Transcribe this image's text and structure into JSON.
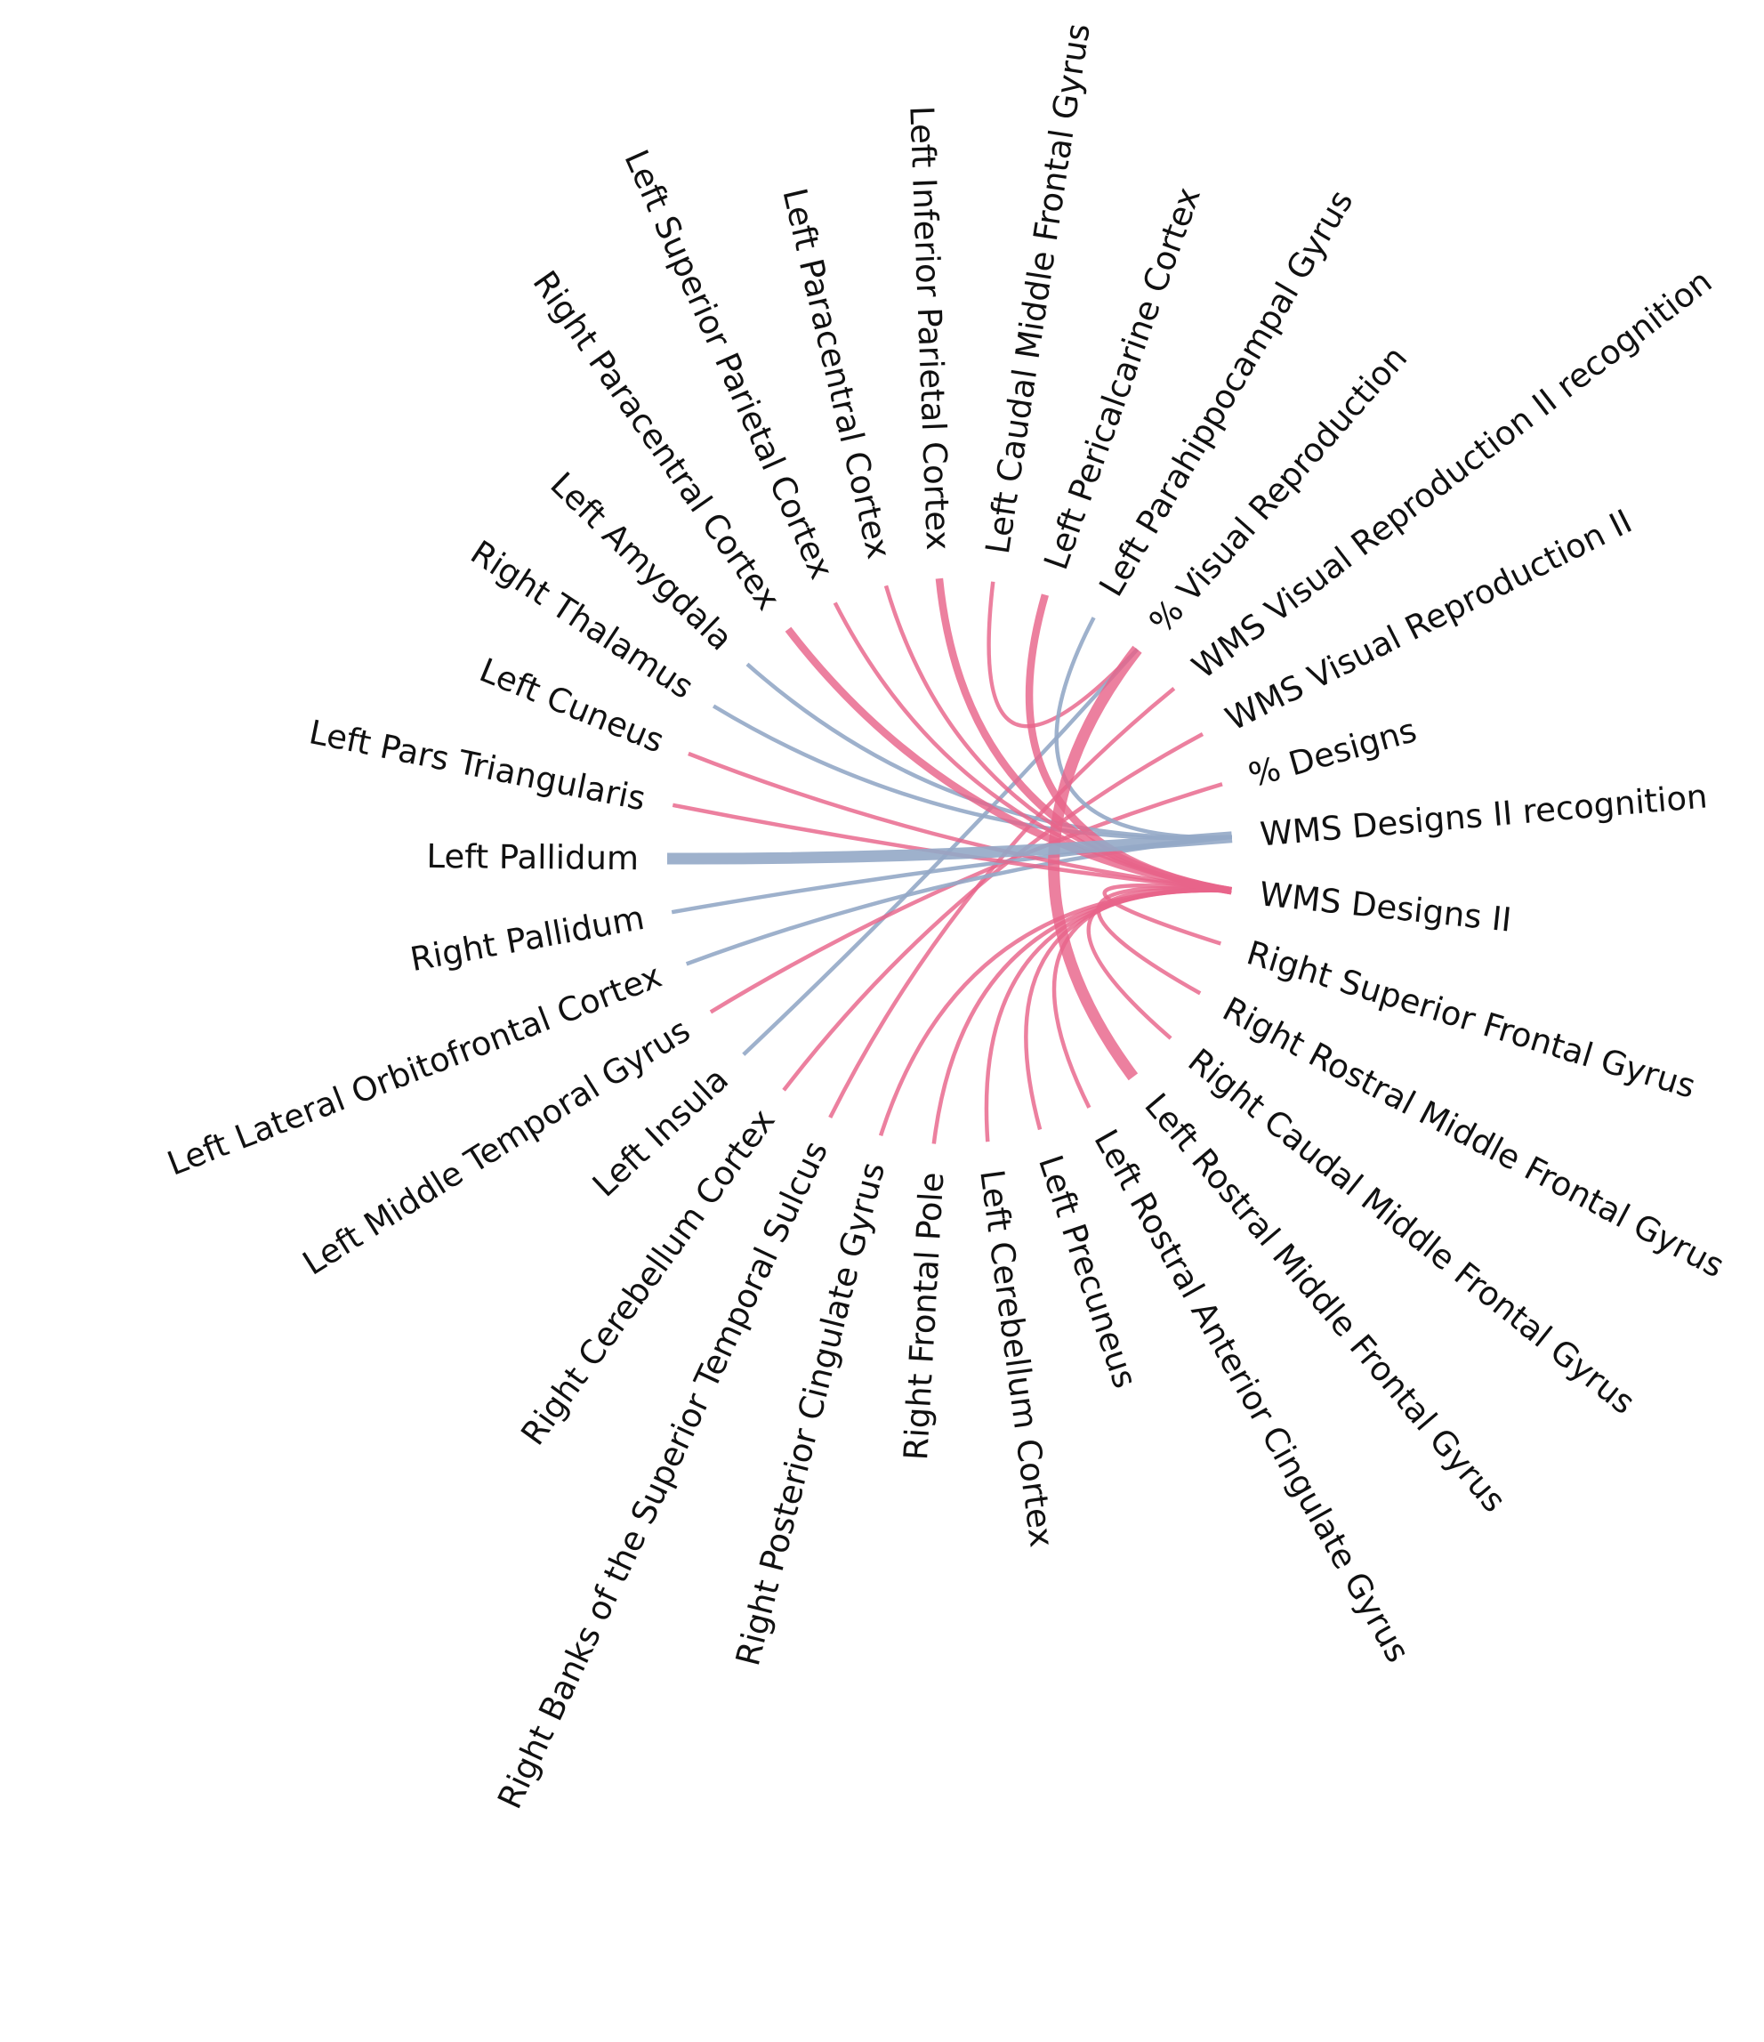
{
  "colors": {
    "positive": "#e8648a",
    "negative": "#93a8c6"
  },
  "nodes": [
    "WMS Designs II",
    "Right Superior Frontal Gyrus",
    "Right Rostral Middle Frontal Gyrus",
    "Right Caudal Middle Frontal Gyrus",
    "Left Rostral Middle Frontal Gyrus",
    "Left Rostral Anterior Cingulate Gyrus",
    "Left Precuneus",
    "Left Cerebellum Cortex",
    "Right Frontal Pole",
    "Right Posterior Cingulate Gyrus",
    "Right Banks of the Superior Temporal Sulcus",
    "Right Cerebellum Cortex",
    "Left Insula",
    "Left Middle Temporal Gyrus",
    "Left Lateral Orbitofrontal Cortex",
    "Right Pallidum",
    "Left Pallidum",
    "Left Pars Triangularis",
    "Left Cuneus",
    "Right Thalamus",
    "Left Amygdala",
    "Right Paracentral Cortex",
    "Left Superior Parietal Cortex",
    "Left Paracentral Cortex",
    "Left Inferior Parietal Cortex",
    "Left Caudal Middle Frontal Gyrus",
    "Left Pericalcarine Cortex",
    "Left Parahippocampal Gyrus",
    "% Visual Reproduction",
    "WMS Visual Reproduction II recognition",
    "WMS Visual Reproduction II",
    "% Designs",
    "WMS Designs II recognition"
  ],
  "links": [
    {
      "source": "% Visual Reproduction",
      "target": "Left Rostral Middle Frontal Gyrus",
      "sign": "positive",
      "strength": 3
    },
    {
      "source": "% Visual Reproduction",
      "target": "Left Caudal Middle Frontal Gyrus",
      "sign": "positive",
      "strength": 1
    },
    {
      "source": "% Visual Reproduction",
      "target": "Left Insula",
      "sign": "negative",
      "strength": 1
    },
    {
      "source": "WMS Visual Reproduction II recognition",
      "target": "Right Banks of the Superior Temporal Sulcus",
      "sign": "positive",
      "strength": 1
    },
    {
      "source": "WMS Visual Reproduction II",
      "target": "Right Cerebellum Cortex",
      "sign": "positive",
      "strength": 1
    },
    {
      "source": "% Designs",
      "target": "Left Middle Temporal Gyrus",
      "sign": "positive",
      "strength": 1
    },
    {
      "source": "WMS Designs II recognition",
      "target": "Left Pallidum",
      "sign": "negative",
      "strength": 3
    },
    {
      "source": "WMS Designs II recognition",
      "target": "Left Lateral Orbitofrontal Cortex",
      "sign": "negative",
      "strength": 1
    },
    {
      "source": "WMS Designs II recognition",
      "target": "Right Pallidum",
      "sign": "negative",
      "strength": 1
    },
    {
      "source": "WMS Designs II recognition",
      "target": "Right Thalamus",
      "sign": "negative",
      "strength": 1
    },
    {
      "source": "WMS Designs II recognition",
      "target": "Left Amygdala",
      "sign": "negative",
      "strength": 1
    },
    {
      "source": "WMS Designs II recognition",
      "target": "Left Parahippocampal Gyrus",
      "sign": "negative",
      "strength": 1
    },
    {
      "source": "WMS Designs II",
      "target": "Left Pericalcarine Cortex",
      "sign": "positive",
      "strength": 2
    },
    {
      "source": "WMS Designs II",
      "target": "Left Inferior Parietal Cortex",
      "sign": "positive",
      "strength": 2
    },
    {
      "source": "WMS Designs II",
      "target": "Right Paracentral Cortex",
      "sign": "positive",
      "strength": 2
    },
    {
      "source": "WMS Designs II",
      "target": "Left Superior Parietal Cortex",
      "sign": "positive",
      "strength": 1
    },
    {
      "source": "WMS Designs II",
      "target": "Left Paracentral Cortex",
      "sign": "positive",
      "strength": 1
    },
    {
      "source": "WMS Designs II",
      "target": "Left Cuneus",
      "sign": "positive",
      "strength": 1
    },
    {
      "source": "WMS Designs II",
      "target": "Left Pars Triangularis",
      "sign": "positive",
      "strength": 1
    },
    {
      "source": "WMS Designs II",
      "target": "Right Superior Frontal Gyrus",
      "sign": "positive",
      "strength": 1
    },
    {
      "source": "WMS Designs II",
      "target": "Right Rostral Middle Frontal Gyrus",
      "sign": "positive",
      "strength": 1
    },
    {
      "source": "WMS Designs II",
      "target": "Right Caudal Middle Frontal Gyrus",
      "sign": "positive",
      "strength": 1
    },
    {
      "source": "WMS Designs II",
      "target": "Left Rostral Anterior Cingulate Gyrus",
      "sign": "positive",
      "strength": 1
    },
    {
      "source": "WMS Designs II",
      "target": "Left Precuneus",
      "sign": "positive",
      "strength": 1
    },
    {
      "source": "WMS Designs II",
      "target": "Left Cerebellum Cortex",
      "sign": "positive",
      "strength": 1
    },
    {
      "source": "WMS Designs II",
      "target": "Right Frontal Pole",
      "sign": "positive",
      "strength": 1
    },
    {
      "source": "WMS Designs II",
      "target": "Right Posterior Cingulate Gyrus",
      "sign": "positive",
      "strength": 1
    }
  ]
}
